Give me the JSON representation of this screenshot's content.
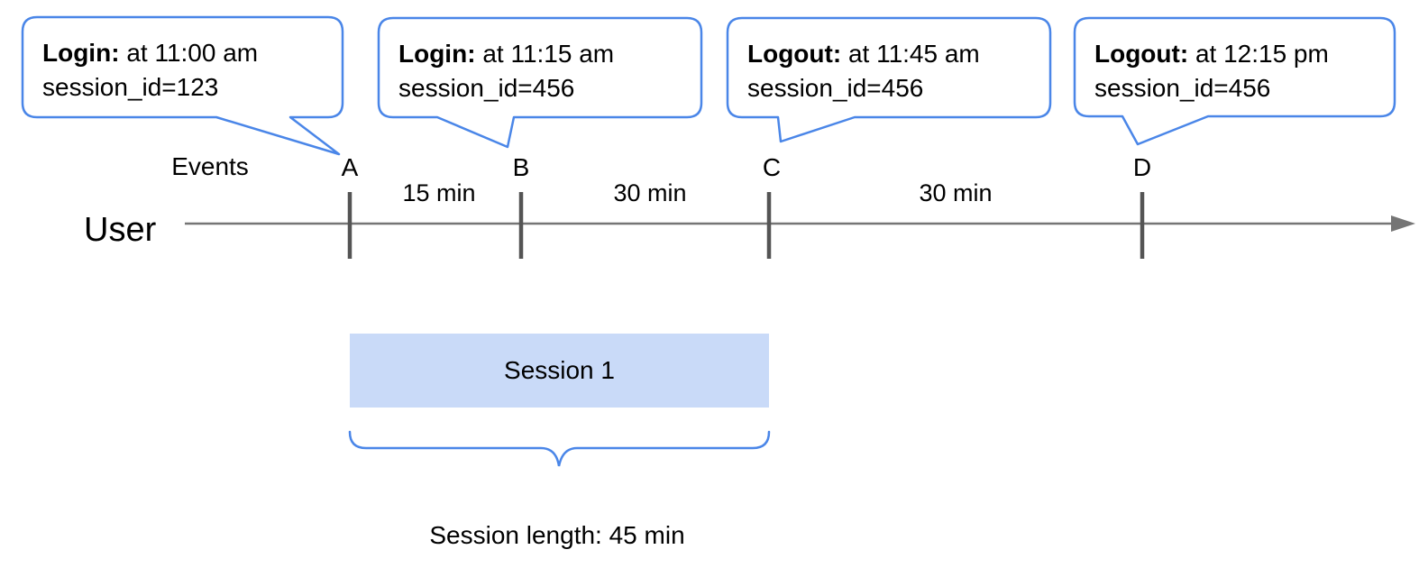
{
  "diagram_title": "user-session-timeline",
  "colors": {
    "callout_border_blue": "#4a86e8",
    "session_fill_blue": "#c9daf8",
    "timeline_gray": "#757575",
    "tick_gray": "#545454",
    "text_black": "#000000"
  },
  "callouts": [
    {
      "event": "A",
      "label": "Login:",
      "time": "at 11:00 am",
      "session": "session_id=123"
    },
    {
      "event": "B",
      "label": "Login:",
      "time": "at 11:15 am",
      "session": "session_id=456"
    },
    {
      "event": "C",
      "label": "Logout:",
      "time": "at 11:45 am",
      "session": "session_id=456"
    },
    {
      "event": "D",
      "label": "Logout:",
      "time": "at 12:15 pm",
      "session": "session_id=456"
    }
  ],
  "timeline": {
    "axis_label": "User",
    "events_label": "Events",
    "events": [
      "A",
      "B",
      "C",
      "D"
    ],
    "intervals": [
      "15 min",
      "30 min",
      "30 min"
    ]
  },
  "session": {
    "box_label": "Session 1",
    "length_label": "Session length: 45 min"
  }
}
